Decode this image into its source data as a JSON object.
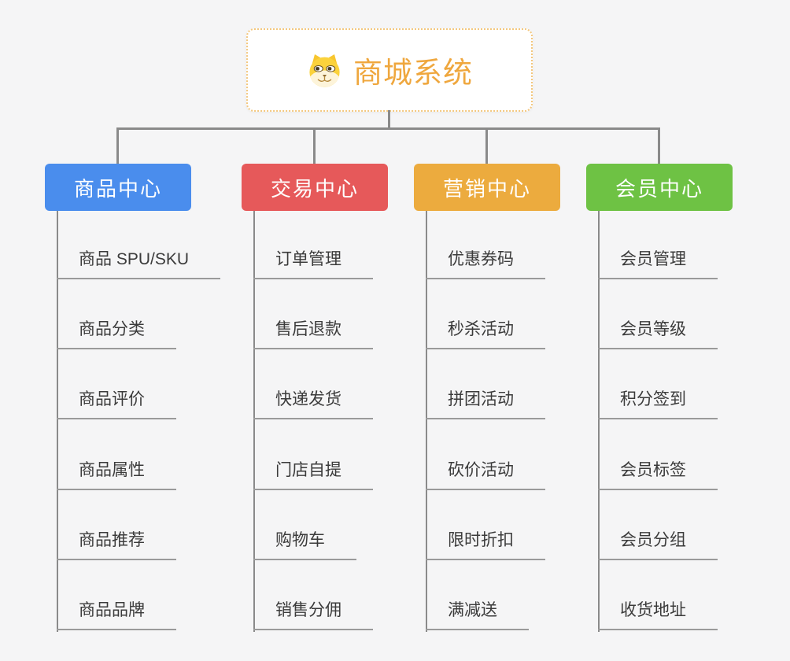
{
  "canvas": {
    "background": "#f5f5f6"
  },
  "root": {
    "label": "商城系统",
    "icon": "dog-face-icon",
    "text_color": "#efa73e",
    "border_color": "#f3c77e"
  },
  "branches": [
    {
      "label": "商品中心",
      "color": "#4a8ded",
      "children": [
        "商品 SPU/SKU",
        "商品分类",
        "商品评价",
        "商品属性",
        "商品推荐",
        "商品品牌"
      ]
    },
    {
      "label": "交易中心",
      "color": "#e6595a",
      "children": [
        "订单管理",
        "售后退款",
        "快递发货",
        "门店自提",
        "购物车",
        "销售分佣"
      ]
    },
    {
      "label": "营销中心",
      "color": "#ecab3e",
      "children": [
        "优惠券码",
        "秒杀活动",
        "拼团活动",
        "砍价活动",
        "限时折扣",
        "满减送"
      ]
    },
    {
      "label": "会员中心",
      "color": "#6ec244",
      "children": [
        "会员管理",
        "会员等级",
        "积分签到",
        "会员标签",
        "会员分组",
        "收货地址"
      ]
    }
  ],
  "connector_color": "#8a8a8a",
  "leaf_style": {
    "text_color": "#3b3b3b",
    "underline_color": "#9a9a9a"
  }
}
